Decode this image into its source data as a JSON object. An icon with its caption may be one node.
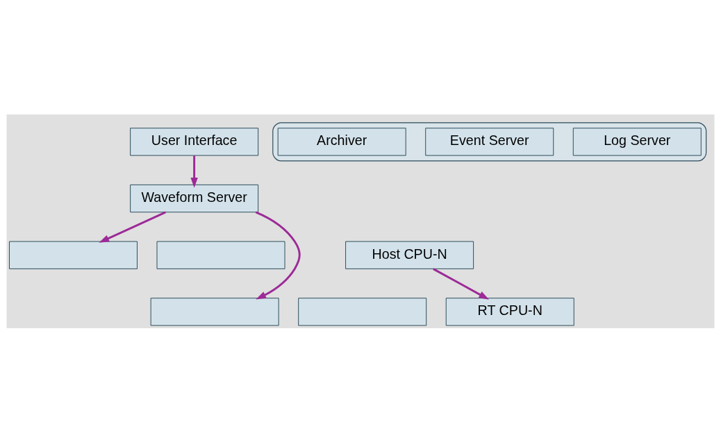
{
  "diagram": {
    "nodes": [
      {
        "text": [
          "User Interface"
        ]
      },
      {
        "text": [],
        "shape": "cloud"
      },
      {
        "text": [
          "Log Server"
        ],
        "in": 1
      },
      {
        "text": [
          "Event Server"
        ],
        "in": 1
      },
      {
        "text": [
          "Archiver"
        ],
        "in": 1
      },
      {
        "text": [
          "Waveform Server"
        ]
      },
      {
        "text": [],
        "shape": "box"
      },
      {
        "text": [],
        "shape": "box"
      },
      {
        "text": [
          "Host CPU-N"
        ]
      },
      {
        "text": [],
        "shape": "box"
      },
      {
        "text": [],
        "shape": "box"
      },
      {
        "text": [
          "RT CPU-N"
        ]
      }
    ],
    "edges": [
      {
        "from": 0,
        "to": 5,
        "arrow": "to"
      },
      {
        "from": 5,
        "to": 6,
        "arrow": "to"
      },
      {
        "from": 5,
        "to": 9,
        "arrow": "to"
      },
      {
        "from": 8,
        "to": 11,
        "arrow": "to"
      }
    ]
  }
}
